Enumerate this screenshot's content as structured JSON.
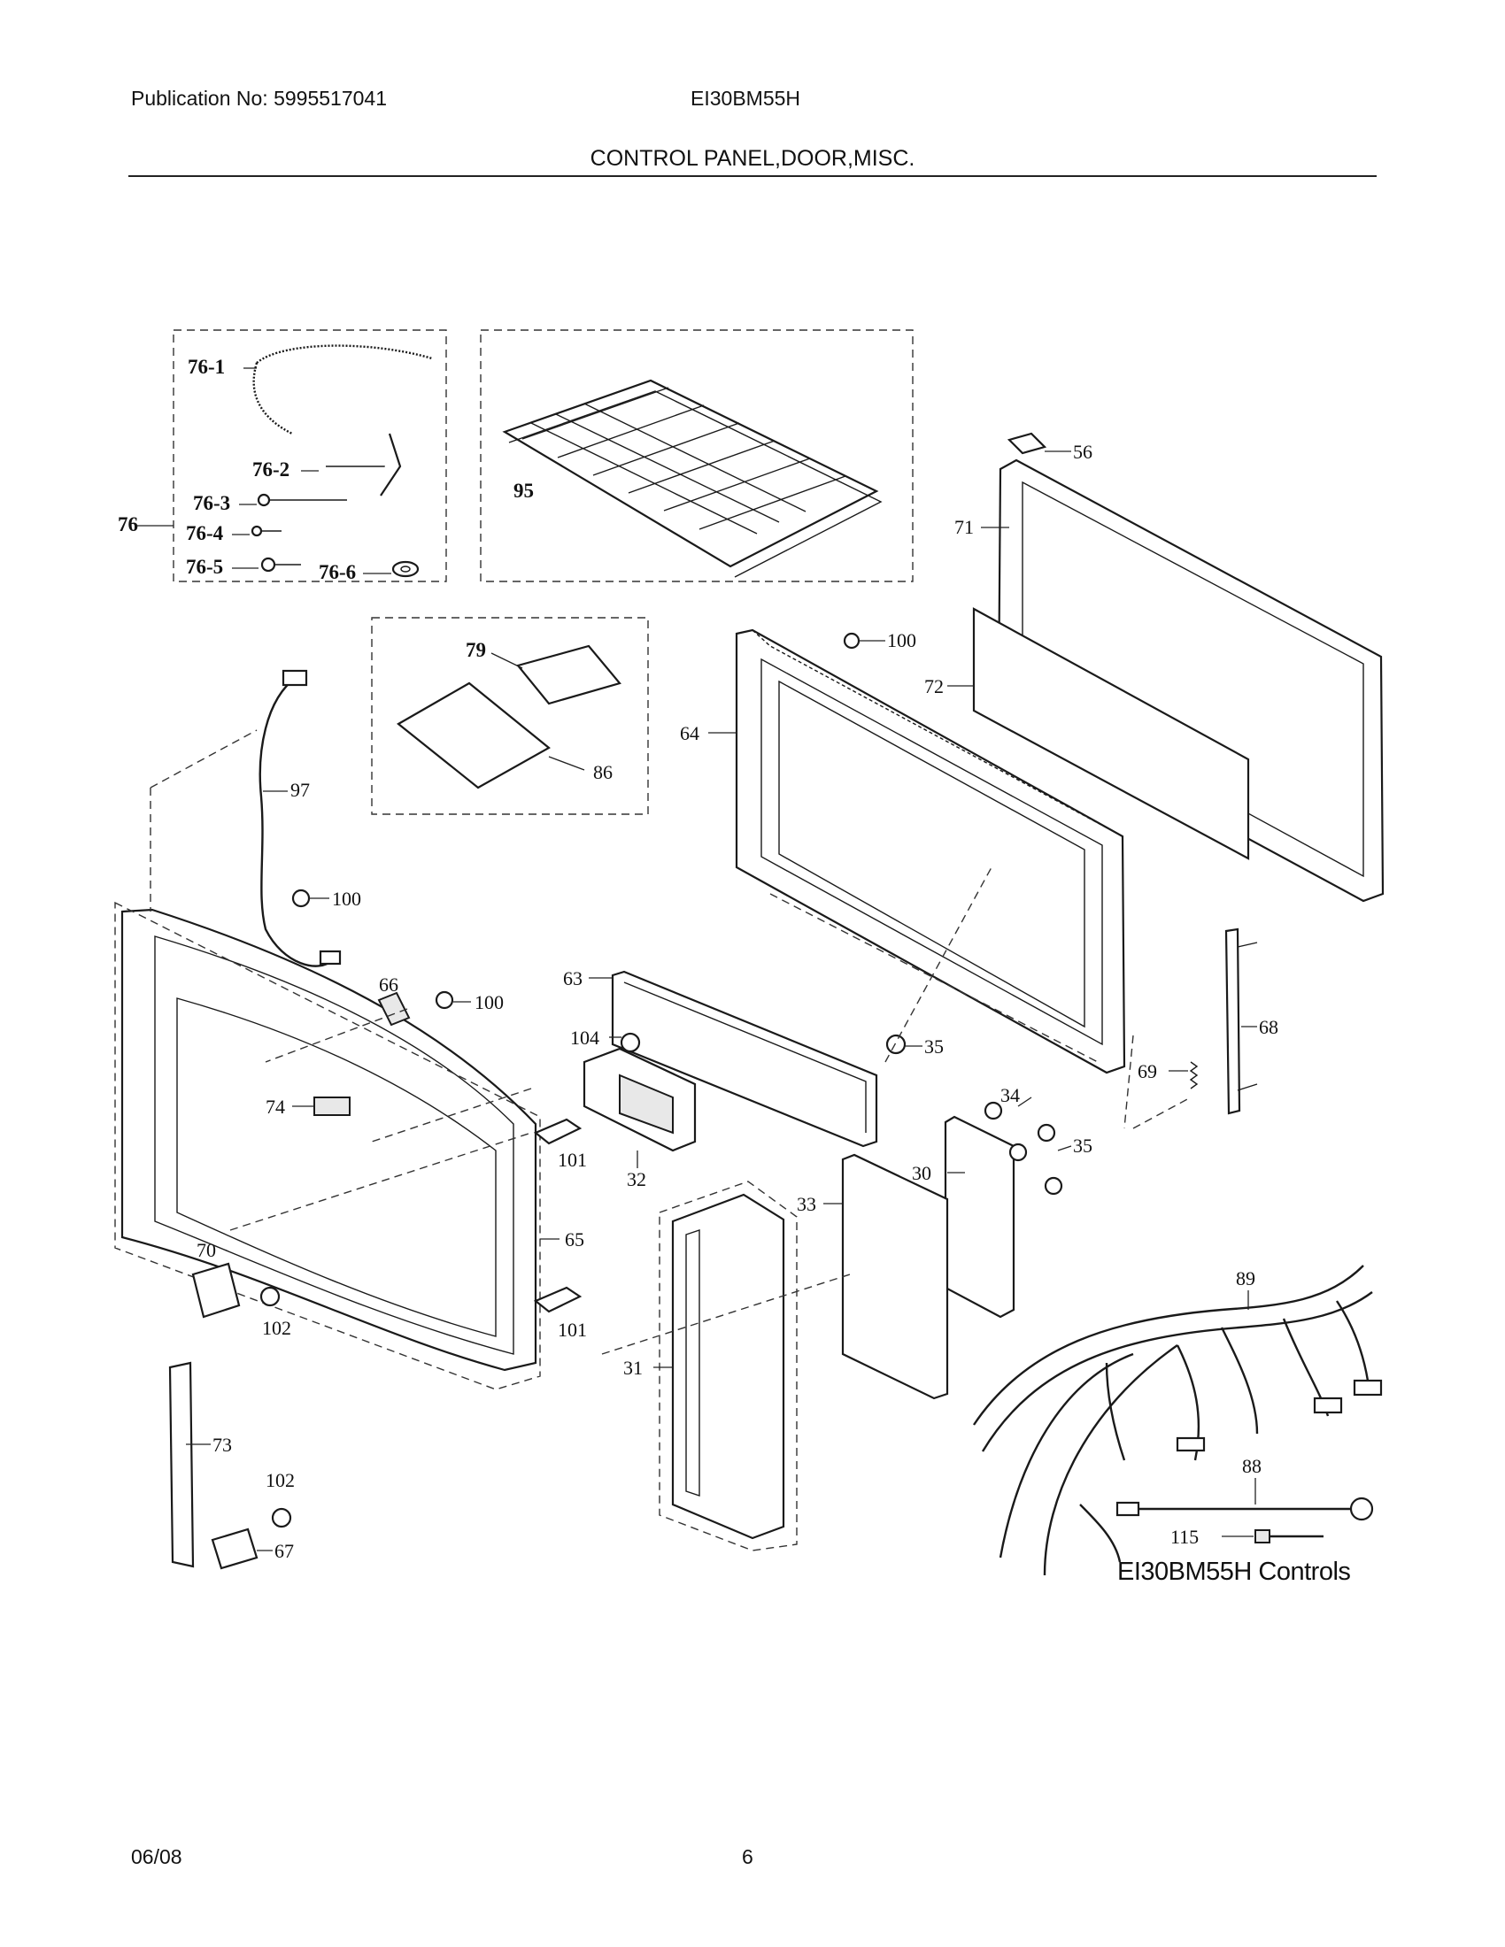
{
  "header": {
    "publication": "Publication No: 5995517041",
    "model": "EI30BM55H",
    "section_title": "CONTROL PANEL,DOOR,MISC."
  },
  "footer": {
    "date": "06/08",
    "page": "6"
  },
  "diagram_caption": "EI30BM55H Controls",
  "callouts": {
    "c76_1": "76-1",
    "c76_2": "76-2",
    "c76_3": "76-3",
    "c76": "76",
    "c76_4": "76-4",
    "c76_5": "76-5",
    "c76_6": "76-6",
    "c95": "95",
    "c56": "56",
    "c71": "71",
    "c79": "79",
    "c86": "86",
    "c100a": "100",
    "c72": "72",
    "c64": "64",
    "c97": "97",
    "c100b": "100",
    "c100c": "100",
    "c66": "66",
    "c63": "63",
    "c104": "104",
    "c35a": "35",
    "c68": "68",
    "c69": "69",
    "c74": "74",
    "c101a": "101",
    "c32": "32",
    "c34": "34",
    "c30": "30",
    "c35b": "35",
    "c33": "33",
    "c65": "65",
    "c89": "89",
    "c70": "70",
    "c102a": "102",
    "c101b": "101",
    "c31": "31",
    "c73": "73",
    "c88": "88",
    "c102b": "102",
    "c67": "67",
    "c115": "115"
  }
}
